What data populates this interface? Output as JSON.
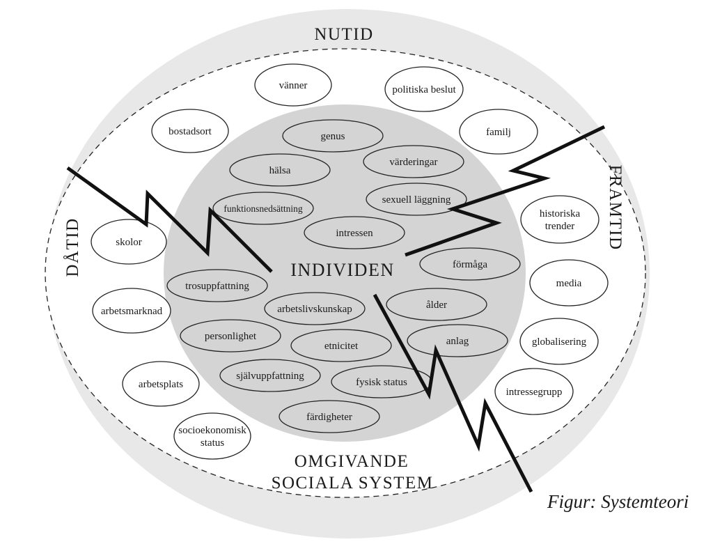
{
  "labels": {
    "nutid": "NUTID",
    "datid": "DÅTID",
    "framtid": "FRAMTID",
    "individen": "INDIVIDEN",
    "omgivande_line1": "OMGIVANDE",
    "omgivande_line2": "SOCIALA SYSTEM"
  },
  "caption": "Figur: Systemteori",
  "outer_items": [
    {
      "id": "vanner",
      "lines": [
        "vänner"
      ]
    },
    {
      "id": "politiska-beslut",
      "lines": [
        "politiska beslut"
      ]
    },
    {
      "id": "bostadsort",
      "lines": [
        "bostadsort"
      ]
    },
    {
      "id": "familj",
      "lines": [
        "familj"
      ]
    },
    {
      "id": "skolor",
      "lines": [
        "skolor"
      ]
    },
    {
      "id": "historiska-trender",
      "lines": [
        "historiska",
        "trender"
      ]
    },
    {
      "id": "arbetsmarknad",
      "lines": [
        "arbetsmarknad"
      ]
    },
    {
      "id": "media",
      "lines": [
        "media"
      ]
    },
    {
      "id": "globalisering",
      "lines": [
        "globalisering"
      ]
    },
    {
      "id": "arbetsplats",
      "lines": [
        "arbetsplats"
      ]
    },
    {
      "id": "intressegrupp",
      "lines": [
        "intressegrupp"
      ]
    },
    {
      "id": "socioekonomisk-status",
      "lines": [
        "socioekonomisk",
        "status"
      ]
    }
  ],
  "inner_items": [
    {
      "id": "genus",
      "lines": [
        "genus"
      ]
    },
    {
      "id": "halsa",
      "lines": [
        "hälsa"
      ]
    },
    {
      "id": "varderingar",
      "lines": [
        "värderingar"
      ]
    },
    {
      "id": "funktionsnedsattning",
      "lines": [
        "funktionsnedsättning"
      ]
    },
    {
      "id": "sexuell-laggning",
      "lines": [
        "sexuell läggning"
      ]
    },
    {
      "id": "intressen",
      "lines": [
        "intressen"
      ]
    },
    {
      "id": "formaga",
      "lines": [
        "förmåga"
      ]
    },
    {
      "id": "trosuppfattning",
      "lines": [
        "trosuppfattning"
      ]
    },
    {
      "id": "arbetslivskunskap",
      "lines": [
        "arbetslivskunskap"
      ]
    },
    {
      "id": "alder",
      "lines": [
        "ålder"
      ]
    },
    {
      "id": "personlighet",
      "lines": [
        "personlighet"
      ]
    },
    {
      "id": "etnicitet",
      "lines": [
        "etnicitet"
      ]
    },
    {
      "id": "anlag",
      "lines": [
        "anlag"
      ]
    },
    {
      "id": "sjalvuppfattning",
      "lines": [
        "självuppfattning"
      ]
    },
    {
      "id": "fysisk-status",
      "lines": [
        "fysisk status"
      ]
    },
    {
      "id": "fardigheter",
      "lines": [
        "färdigheter"
      ]
    }
  ]
}
